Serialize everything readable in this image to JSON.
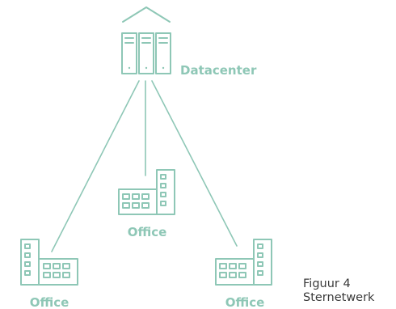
{
  "colors": {
    "line": "#8ec7b6",
    "icon": "#8ec7b6",
    "label": "#8ec7b6",
    "caption": "#3a3a3a"
  },
  "nodes": {
    "datacenter": {
      "label": "Datacenter",
      "icon": "server-rack-icon"
    },
    "office_center": {
      "label": "Office",
      "icon": "office-building-icon"
    },
    "office_left": {
      "label": "Office",
      "icon": "office-building-icon"
    },
    "office_right": {
      "label": "Office",
      "icon": "office-building-icon"
    }
  },
  "caption": {
    "figure": "Figuur 4",
    "title": "Sternetwerk"
  }
}
